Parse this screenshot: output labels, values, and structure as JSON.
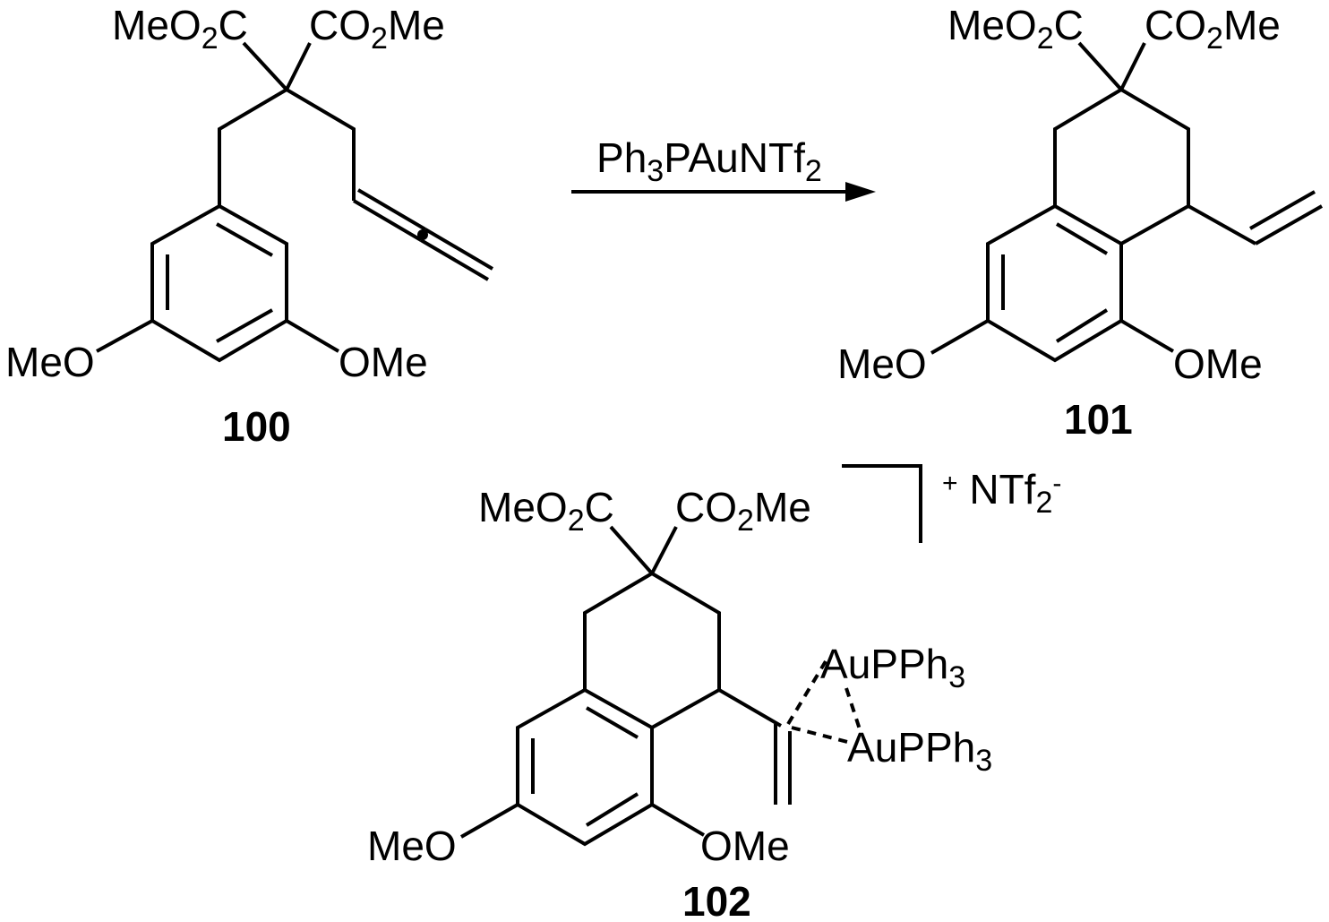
{
  "scheme": {
    "reagent": "Ph3PAuNTf2",
    "counterion": "+ NTf2-"
  },
  "compounds": [
    {
      "number": "100",
      "labels": {
        "ester_left": "MeO2C",
        "ester_right": "CO2Me",
        "methoxy_left": "MeO",
        "methoxy_right": "OMe"
      }
    },
    {
      "number": "101",
      "labels": {
        "ester_left": "MeO2C",
        "ester_right": "CO2Me",
        "methoxy_left": "MeO",
        "methoxy_right": "OMe"
      }
    },
    {
      "number": "102",
      "labels": {
        "ester_left": "MeO2C",
        "ester_right": "CO2Me",
        "methoxy_left": "MeO",
        "methoxy_right": "OMe",
        "gold_upper": "AuPPh3",
        "gold_lower": "AuPPh3"
      }
    }
  ]
}
